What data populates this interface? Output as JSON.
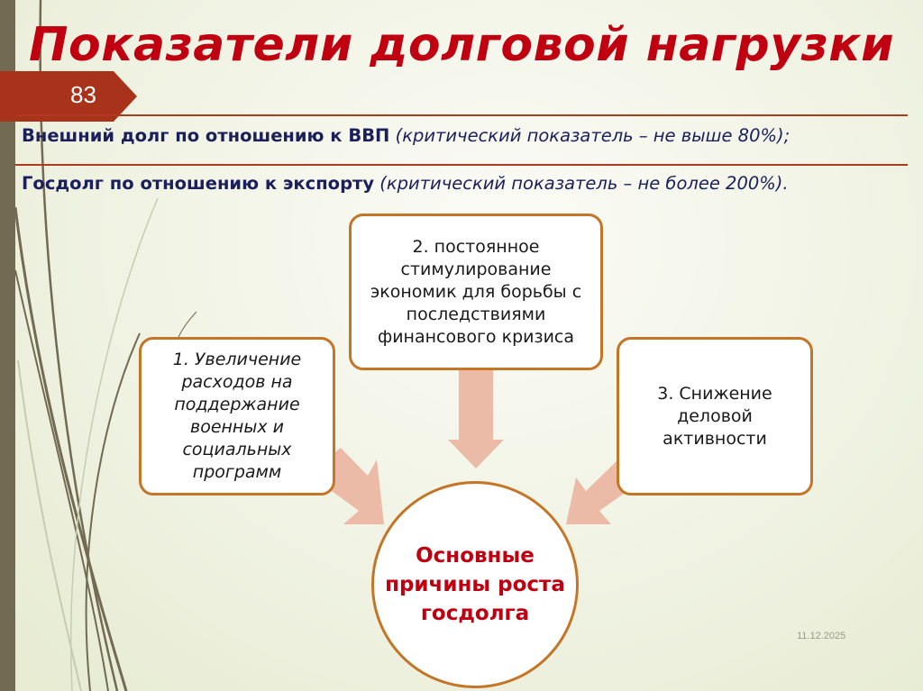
{
  "slide": {
    "title": "Показатели долговой нагрузки",
    "page_number": "83",
    "date": "11.12.2025",
    "colors": {
      "title": "#c00010",
      "badge": "#a8321a",
      "rule": "#b0391e",
      "indicator_text": "#1b1f5c",
      "box_border": "#c47526",
      "arrow": "#ebbba7",
      "left_bar": "#726a52"
    }
  },
  "indicators": [
    {
      "bold": "Внешний долг по отношению к ВВП",
      "note": " (критический показатель – не выше 80%);"
    },
    {
      "bold": "Госдолг по отношению к экспорту",
      "note": " (критический показатель – не более 200%)."
    }
  ],
  "diagram": {
    "center": {
      "line1": "Основные",
      "line2": "причины роста",
      "line3": "госдолга"
    },
    "causes": [
      {
        "label": "1. Увеличение расходов на поддержание военных и социальных программ"
      },
      {
        "label": "2. постоянное стимулирование экономик для борьбы с последствиями финансового кризиса"
      },
      {
        "label": "3. Снижение деловой активности"
      }
    ]
  }
}
